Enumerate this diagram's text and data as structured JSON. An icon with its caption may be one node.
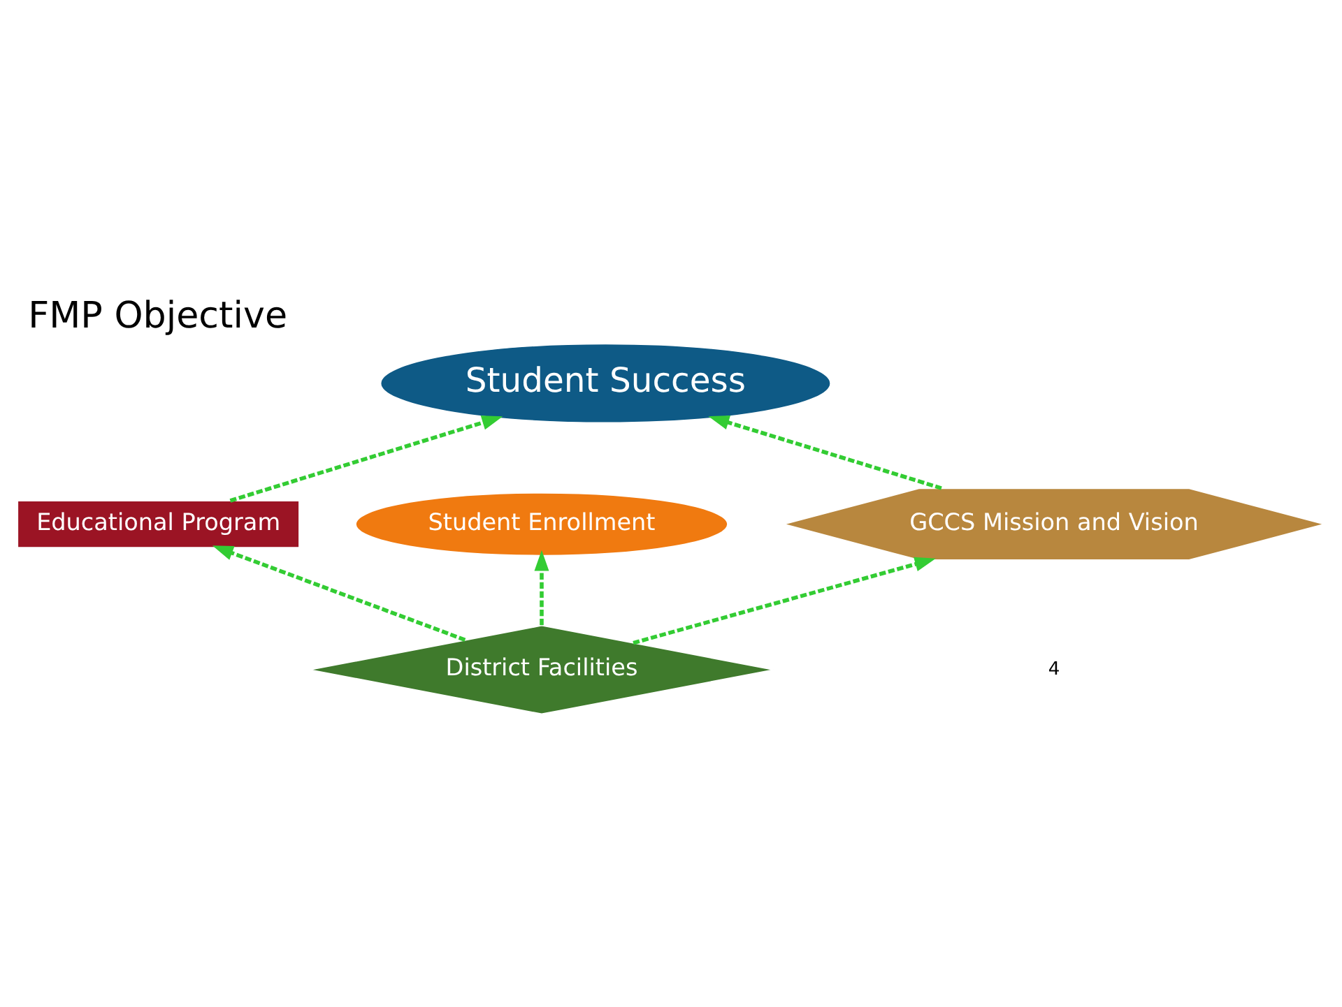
{
  "diagram": {
    "title": "FMP Objective",
    "nodes": [
      {
        "text": [
          "Student Success"
        ]
      },
      {
        "text": [
          "Educational Program"
        ]
      },
      {
        "text": [
          "Student Enrollment"
        ]
      },
      {
        "text": [
          "GCCS Mission and Vision"
        ]
      },
      {
        "text": [
          "District Facilities"
        ]
      }
    ],
    "edges": [
      {
        "from": 1,
        "to": 0,
        "arrow": "to",
        "style": "dashed"
      },
      {
        "from": 3,
        "to": 0,
        "arrow": "to",
        "style": "dashed"
      },
      {
        "from": 4,
        "to": 1,
        "arrow": "to",
        "style": "dashed"
      },
      {
        "from": 4,
        "to": 2,
        "arrow": "to",
        "style": "dashed"
      },
      {
        "from": 4,
        "to": 3,
        "arrow": "to",
        "style": "dashed"
      }
    ],
    "labels": [
      "4"
    ]
  }
}
